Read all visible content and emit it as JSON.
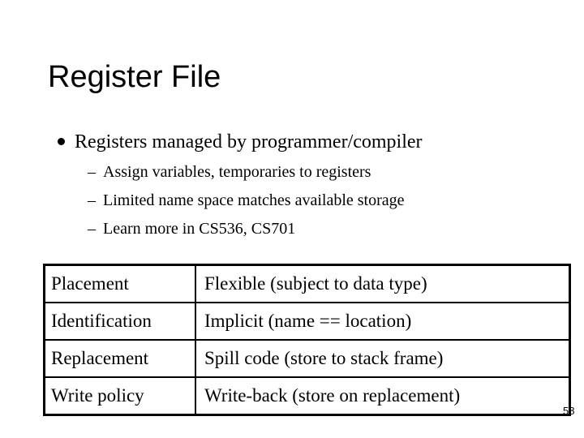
{
  "slide": {
    "title": "Register File",
    "page_number": "58",
    "background_color": "#ffffff",
    "text_color": "#000000"
  },
  "bullets": {
    "level1": {
      "marker": "●",
      "text": "Registers managed by programmer/compiler"
    },
    "level2": [
      {
        "marker": "–",
        "text": "Assign variables, temporaries to registers"
      },
      {
        "marker": "–",
        "text": "Limited name space matches available storage"
      },
      {
        "marker": "–",
        "text": "Learn more in CS536, CS701"
      }
    ]
  },
  "table": {
    "border_color": "#000000",
    "rows": [
      {
        "key": "Placement",
        "value": "Flexible (subject to data type)"
      },
      {
        "key": "Identification",
        "value": "Implicit (name == location)"
      },
      {
        "key": "Replacement",
        "value": "Spill code (store to stack frame)"
      },
      {
        "key": "Write policy",
        "value": "Write-back (store on replacement)"
      }
    ]
  }
}
